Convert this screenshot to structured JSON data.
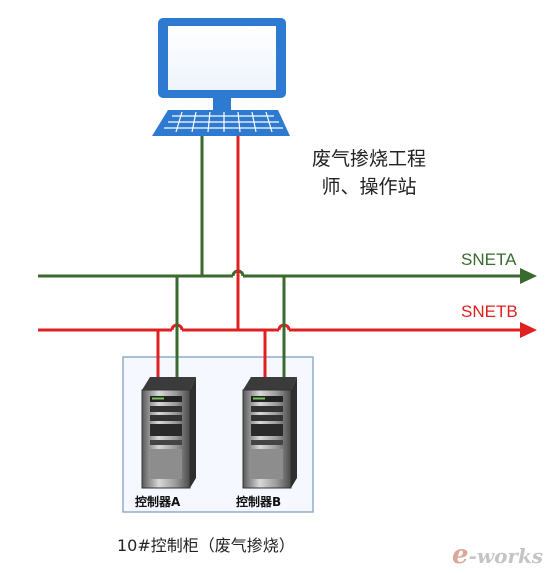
{
  "workstation": {
    "label_line1": "废气掺烧工程",
    "label_line2": "师、操作站"
  },
  "networks": [
    {
      "name": "SNETA",
      "color": "#3a6b2e"
    },
    {
      "name": "SNETB",
      "color": "#e02020"
    }
  ],
  "controllers": [
    {
      "label": "控制器A"
    },
    {
      "label": "控制器B"
    }
  ],
  "cabinet": {
    "label": "10#控制柜（废气掺烧）"
  },
  "watermark": {
    "prefix": "e",
    "text": "-works"
  },
  "colors": {
    "monitor": "#2e7ad1",
    "network_a": "#3a6b2e",
    "network_b": "#e02020",
    "cabinet_border": "#7f9fc8",
    "cabinet_fill": "#f5f9ff"
  }
}
